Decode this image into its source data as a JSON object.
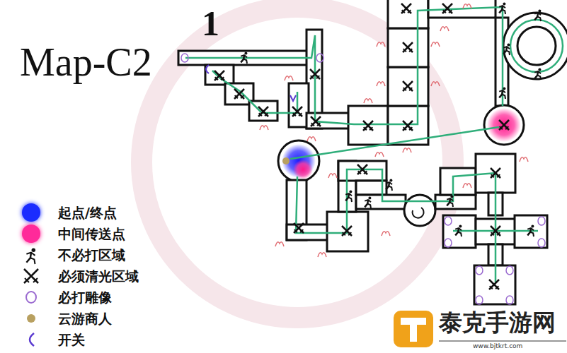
{
  "diagram": {
    "title": "Map-C2",
    "labels": [
      "1",
      "泰克手游网",
      "www.bjtkrt.com"
    ],
    "legend": [
      {
        "text": "起点/终点",
        "color": "#1a2cff"
      },
      {
        "text": "中间传送点",
        "color": "#ff2a9a"
      },
      {
        "text": "不必打区域"
      },
      {
        "text": "必须清光区域"
      },
      {
        "text": "必打雕像"
      },
      {
        "text": "云游商人",
        "color": "#b8a060"
      },
      {
        "text": "开关"
      }
    ]
  }
}
